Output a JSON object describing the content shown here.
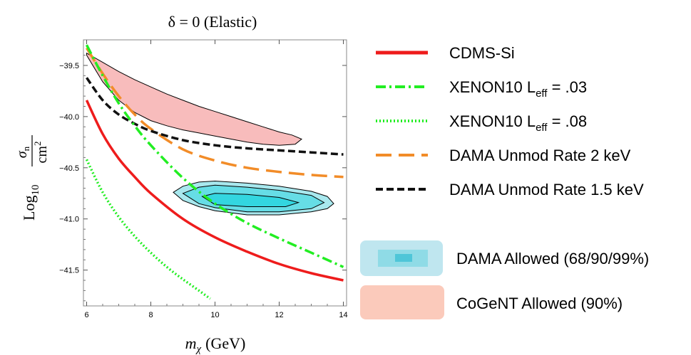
{
  "chart_data": {
    "type": "line",
    "title": "δ  =  0 (Elastic)",
    "xlabel": "m",
    "xlabel_sub": "χ",
    "xlabel_unit": "(GeV)",
    "ylabel_prefix": "Log",
    "ylabel_sub": "10",
    "ylabel_num": "σ",
    "ylabel_num_sub": "n",
    "ylabel_den": "cm",
    "ylabel_den_sup": "2",
    "xlim": [
      5.9,
      14.1
    ],
    "ylim": [
      -41.85,
      -39.25
    ],
    "xticks": [
      "6",
      "8",
      "10",
      "12",
      "14"
    ],
    "yticks": [
      "-39.5",
      "-40.0",
      "-40.5",
      "-41.0",
      "-41.5"
    ],
    "colors": {
      "cdms": "#ee1c1c",
      "xenon": "#22ee22",
      "dama_2kev": "#f28c28",
      "dama_15kev": "#111111",
      "dama_region_outer": "#a8e8ee",
      "dama_region_mid": "#66dde6",
      "dama_region_inner": "#33d6e0",
      "cogent_region": "#f8bcbc"
    },
    "series": [
      {
        "name": "CDMS-Si",
        "style": "solid",
        "x": [
          6.0,
          6.5,
          7.0,
          7.5,
          8.0,
          9.0,
          10.0,
          11.0,
          12.0,
          13.0,
          14.0
        ],
        "y": [
          -39.84,
          -40.17,
          -40.41,
          -40.59,
          -40.75,
          -41.0,
          -41.18,
          -41.32,
          -41.44,
          -41.53,
          -41.6
        ]
      },
      {
        "name": "XENON10 L_eff = .03",
        "style": "dashdot",
        "x": [
          6.0,
          6.5,
          7.0,
          7.5,
          8.0,
          9.0,
          10.0,
          11.0,
          12.0,
          13.0,
          14.0
        ],
        "y": [
          -39.3,
          -39.6,
          -39.87,
          -40.09,
          -40.28,
          -40.6,
          -40.85,
          -41.04,
          -41.19,
          -41.33,
          -41.47
        ]
      },
      {
        "name": "XENON10 L_eff = .08",
        "style": "dotted",
        "x": [
          6.0,
          6.5,
          7.0,
          7.5,
          8.0,
          8.5,
          9.0,
          9.5,
          9.85
        ],
        "y": [
          -40.42,
          -40.74,
          -40.98,
          -41.17,
          -41.33,
          -41.47,
          -41.59,
          -41.7,
          -41.78
        ]
      },
      {
        "name": "DAMA Unmod Rate 2 keV",
        "style": "longdash",
        "x": [
          6.0,
          6.5,
          7.0,
          7.5,
          8.0,
          9.0,
          10.0,
          11.0,
          12.0,
          13.0,
          14.0
        ],
        "y": [
          -39.33,
          -39.58,
          -39.8,
          -39.98,
          -40.12,
          -40.32,
          -40.43,
          -40.5,
          -40.54,
          -40.57,
          -40.59
        ]
      },
      {
        "name": "DAMA Unmod Rate 1.5 keV",
        "style": "dashed",
        "x": [
          6.0,
          6.5,
          7.0,
          7.5,
          8.0,
          9.0,
          10.0,
          11.0,
          12.0,
          13.0,
          14.0
        ],
        "y": [
          -39.62,
          -39.84,
          -39.98,
          -40.07,
          -40.14,
          -40.23,
          -40.28,
          -40.31,
          -40.33,
          -40.35,
          -40.37
        ]
      }
    ],
    "regions": [
      {
        "name": "CoGeNT Allowed (90%)",
        "x": [
          6.0,
          6.5,
          7.0,
          7.5,
          8.0,
          8.5,
          9.0,
          9.5,
          10.0,
          10.5,
          11.0,
          11.5,
          12.0,
          12.4,
          12.7,
          12.5,
          12.0,
          11.5,
          11.0,
          10.5,
          10.0,
          9.5,
          9.0,
          8.5,
          8.0,
          7.5,
          7.0,
          6.5,
          6.0
        ],
        "y": [
          -39.38,
          -39.47,
          -39.56,
          -39.64,
          -39.71,
          -39.78,
          -39.84,
          -39.9,
          -39.95,
          -40.0,
          -40.05,
          -40.1,
          -40.15,
          -40.18,
          -40.22,
          -40.27,
          -40.28,
          -40.27,
          -40.25,
          -40.22,
          -40.19,
          -40.16,
          -40.13,
          -40.09,
          -40.04,
          -39.96,
          -39.84,
          -39.66,
          -39.4
        ]
      },
      {
        "name": "DAMA 99%",
        "x": [
          8.7,
          9.0,
          9.5,
          10.0,
          11.0,
          12.0,
          13.0,
          13.5,
          13.7,
          13.5,
          13.0,
          12.0,
          11.0,
          10.0,
          9.5,
          9.0,
          8.7
        ],
        "y": [
          -40.74,
          -40.68,
          -40.64,
          -40.63,
          -40.65,
          -40.68,
          -40.73,
          -40.78,
          -40.85,
          -40.9,
          -40.93,
          -40.96,
          -40.96,
          -40.92,
          -40.88,
          -40.82,
          -40.74
        ]
      },
      {
        "name": "DAMA 90%",
        "x": [
          9.0,
          9.5,
          10.0,
          11.0,
          12.0,
          13.0,
          13.4,
          13.0,
          12.0,
          11.0,
          10.0,
          9.5,
          9.0
        ],
        "y": [
          -40.75,
          -40.69,
          -40.67,
          -40.69,
          -40.72,
          -40.77,
          -40.84,
          -40.9,
          -40.93,
          -40.93,
          -40.89,
          -40.85,
          -40.75
        ]
      },
      {
        "name": "DAMA 68%",
        "x": [
          9.6,
          10.0,
          11.0,
          12.0,
          12.6,
          12.2,
          11.0,
          10.0,
          9.6
        ],
        "y": [
          -40.78,
          -40.75,
          -40.76,
          -40.79,
          -40.84,
          -40.88,
          -40.88,
          -40.86,
          -40.78
        ]
      }
    ],
    "legend": {
      "position": "right",
      "line_entries": [
        "CDMS-Si",
        "XENON10 L",
        "XENON10 L",
        "DAMA Unmod Rate 2 keV",
        "DAMA Unmod Rate 1.5 keV"
      ],
      "xenon_sub": "eff",
      "xenon1_tail": " = .03",
      "xenon2_tail": " = .08",
      "region_entries": [
        "DAMA Allowed (68/90/99%)",
        "CoGeNT Allowed (90%)"
      ]
    }
  }
}
